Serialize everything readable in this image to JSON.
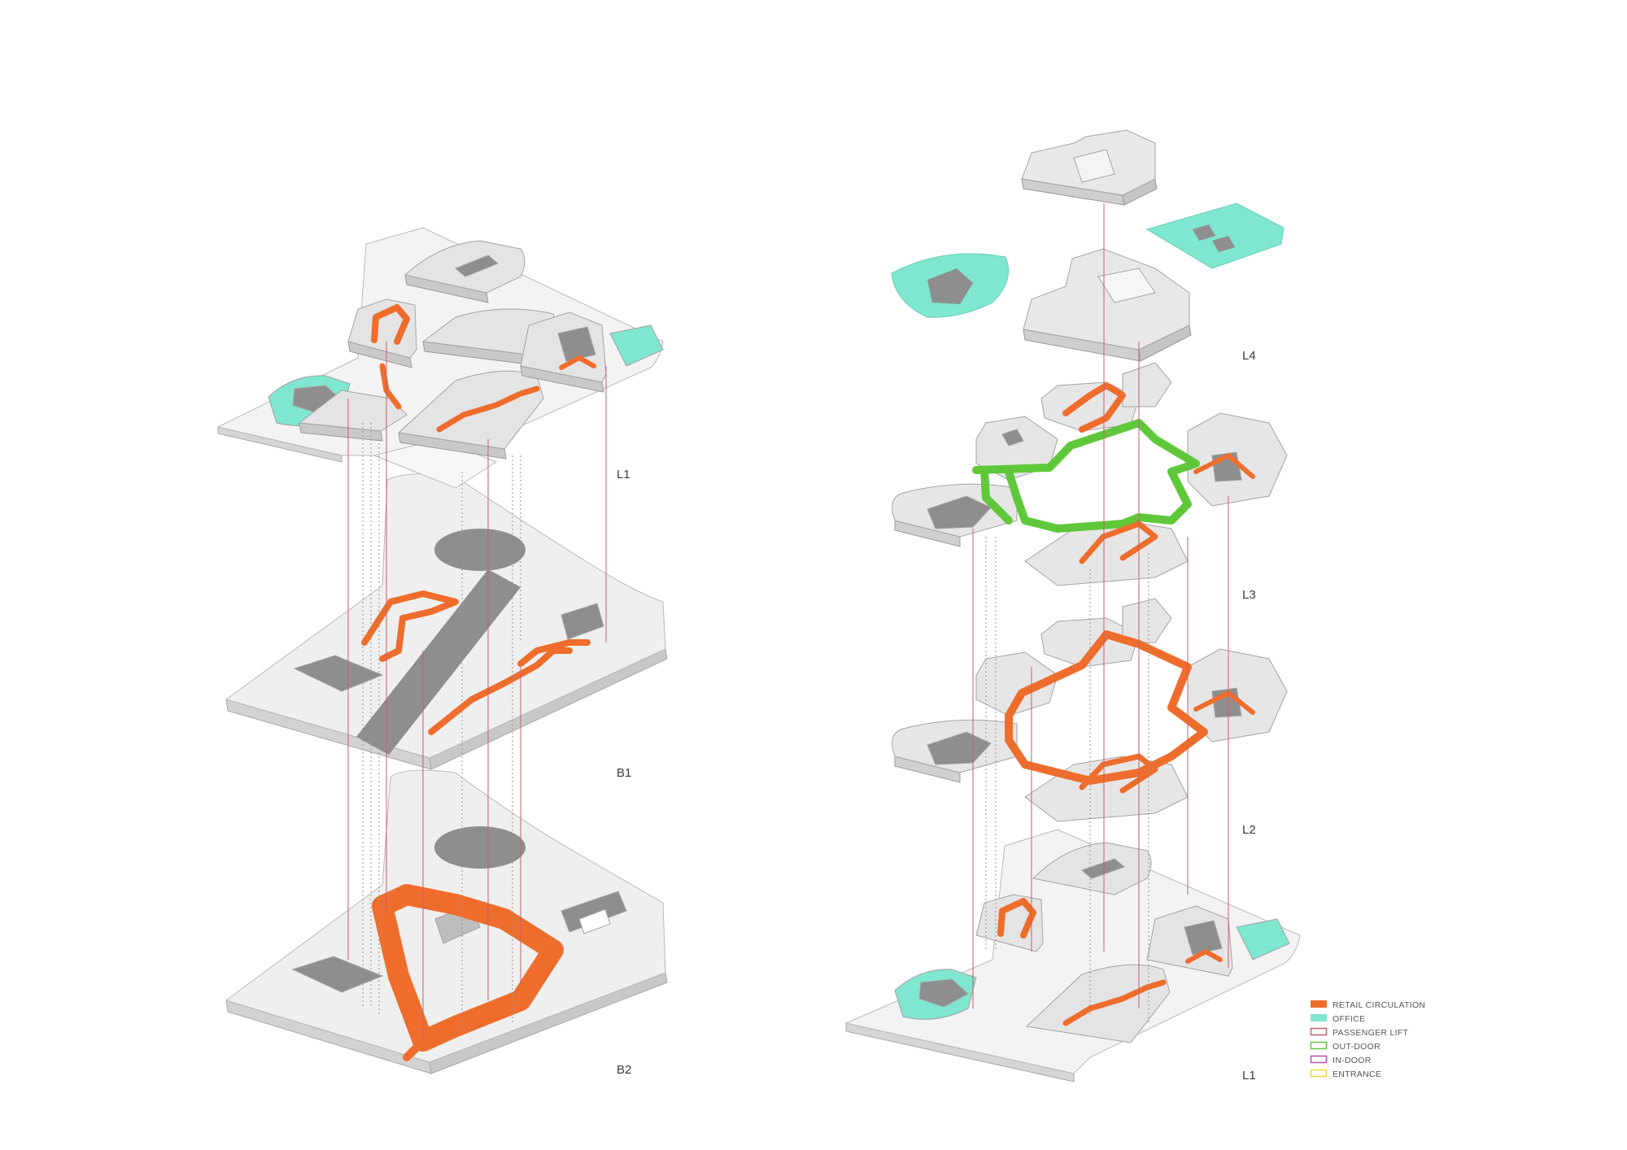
{
  "levels": {
    "left_l1": "L1",
    "b1": "B1",
    "b2": "B2",
    "l4": "L4",
    "l3": "L3",
    "l2": "L2",
    "right_l1": "L1"
  },
  "legend": {
    "items": [
      {
        "label": "RETAIL CIRCULATION",
        "color": "#ef6d2c",
        "style": "filled"
      },
      {
        "label": "OFFICE",
        "color": "#7fe6cf",
        "style": "filled"
      },
      {
        "label": "PASSENGER LIFT",
        "color": "#c3606c",
        "style": "outline"
      },
      {
        "label": "OUT-DOOR",
        "color": "#5fc83a",
        "style": "outline"
      },
      {
        "label": "IN-DOOR",
        "color": "#b64fb0",
        "style": "outline"
      },
      {
        "label": "ENTRANCE",
        "color": "#e9da3a",
        "style": "outline"
      }
    ]
  },
  "colors": {
    "retail": "#ef6d2c",
    "office": "#7fe6cf",
    "outdoor": "#5fc83a",
    "indoor": "#b64fb0",
    "lift": "#c3606c",
    "entrance": "#e9da3a",
    "slab": "#eeefee",
    "building": "#dcdcdc",
    "void": "#8e8e8e"
  }
}
